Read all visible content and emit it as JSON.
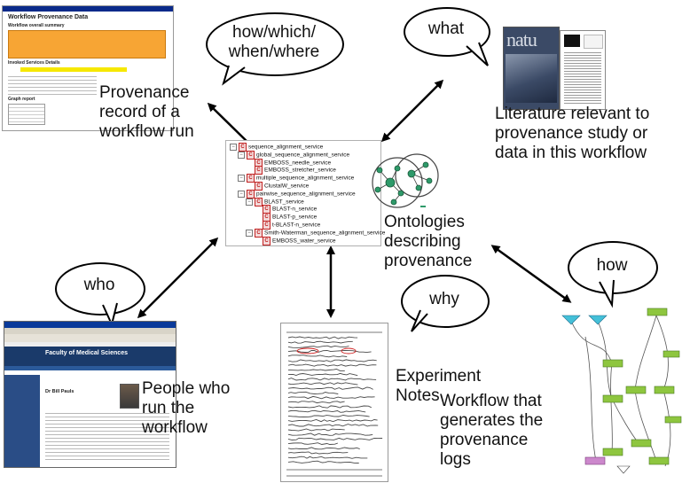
{
  "bubbles": {
    "how_which": "how/which/\nwhen/where",
    "what": "what",
    "who": "who",
    "why": "why",
    "how": "how"
  },
  "labels": {
    "provenance_record": [
      "Provenance",
      "record of a",
      "workflow run"
    ],
    "literature": [
      "Literature relevant to",
      "provenance study or",
      "data in this workflow"
    ],
    "ontologies": [
      "Ontologies",
      "describing",
      "provenance"
    ],
    "people": [
      "People who",
      "run the",
      "workflow"
    ],
    "notes": [
      "Experiment",
      "Notes"
    ],
    "workflow": [
      "Workflow that",
      "generates the",
      "provenance",
      "logs"
    ]
  },
  "provenance_thumb": {
    "title": "Workflow Provenance Data",
    "sections": [
      "Workflow overall summary",
      "Invoked Services Details",
      "Graph report"
    ]
  },
  "literature_thumb": {
    "masthead": "natu"
  },
  "ontology_tree": [
    {
      "label": "sequence_alignment_service",
      "depth": 0,
      "toggle": "−"
    },
    {
      "label": "global_sequence_alignment_service",
      "depth": 1,
      "toggle": "−"
    },
    {
      "label": "EMBOSS_needle_service",
      "depth": 2,
      "toggle": ""
    },
    {
      "label": "EMBOSS_stretcher_service",
      "depth": 2,
      "toggle": ""
    },
    {
      "label": "multiple_sequence_alignment_service",
      "depth": 1,
      "toggle": "−"
    },
    {
      "label": "ClustalW_service",
      "depth": 2,
      "toggle": ""
    },
    {
      "label": "pairwise_sequence_alignment_service",
      "depth": 1,
      "toggle": "−"
    },
    {
      "label": "BLAST_service",
      "depth": 2,
      "toggle": "−"
    },
    {
      "label": "BLAST-n_service",
      "depth": 3,
      "toggle": ""
    },
    {
      "label": "BLAST-p_service",
      "depth": 3,
      "toggle": ""
    },
    {
      "label": "t-BLAST-n_service",
      "depth": 3,
      "toggle": ""
    },
    {
      "label": "Smith-Waterman_sequence_alignment_service",
      "depth": 2,
      "toggle": "−"
    },
    {
      "label": "EMBOSS_water_service",
      "depth": 3,
      "toggle": ""
    }
  ],
  "people_thumb": {
    "site_title": "Faculty of Medical Sciences",
    "person_name": "Dr Bill Pauls"
  },
  "colors": {
    "orange_table": "#f7a534",
    "highlight_yellow": "#f6e800",
    "tree_icon_red": "#c02020",
    "graph_node_green": "#2e9a6a",
    "workflow_green": "#8ec63f",
    "workflow_purple": "#cc88cc",
    "workflow_cyan": "#44c0d8"
  }
}
